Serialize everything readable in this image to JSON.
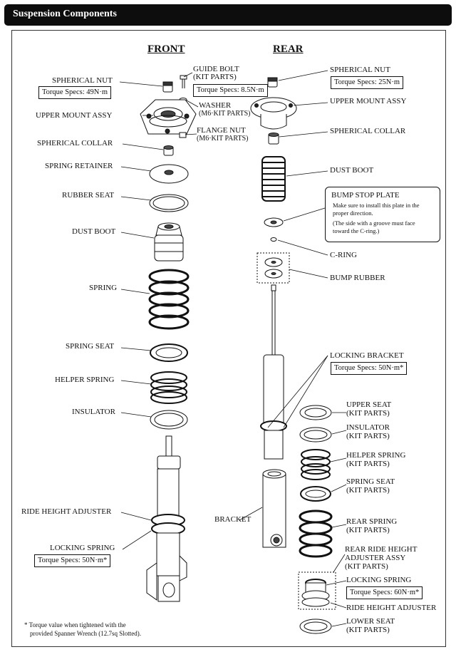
{
  "title": "Suspension Components",
  "front": {
    "header": "FRONT",
    "spherical_nut": "SPHERICAL NUT",
    "spherical_nut_torque": "Torque Specs: 49N·m",
    "guide_bolt_1": "GUIDE BOLT",
    "guide_bolt_2": "(KIT PARTS)",
    "guide_bolt_torque": "Torque Specs: 8.5N·m",
    "washer_1": "WASHER",
    "washer_2": "(M6·KIT PARTS)",
    "upper_mount": "UPPER MOUNT ASSY",
    "flange_nut_1": "FLANGE NUT",
    "flange_nut_2": "(M6·KIT PARTS)",
    "spherical_collar": "SPHERICAL COLLAR",
    "spring_retainer": "SPRING RETAINER",
    "rubber_seat": "RUBBER SEAT",
    "dust_boot": "DUST BOOT",
    "spring": "SPRING",
    "spring_seat": "SPRING SEAT",
    "helper_spring": "HELPER SPRING",
    "insulator": "INSULATOR",
    "ride_height_adjuster": "RIDE HEIGHT ADJUSTER",
    "locking_spring": "LOCKING SPRING",
    "locking_spring_torque": "Torque Specs: 50N·m*"
  },
  "rear": {
    "header": "REAR",
    "spherical_nut": "SPHERICAL NUT",
    "spherical_nut_torque": "Torque Specs: 25N·m",
    "upper_mount": "UPPER MOUNT ASSY",
    "spherical_collar": "SPHERICAL COLLAR",
    "dust_boot": "DUST BOOT",
    "bump_stop_title": "BUMP STOP PLATE",
    "bump_stop_note_1": "Make sure to install this plate in the",
    "bump_stop_note_2": "proper direction.",
    "bump_stop_note_3": "(The side with a groove must face",
    "bump_stop_note_4": "toward the C-ring.)",
    "c_ring": "C-RING",
    "bump_rubber": "BUMP RUBBER",
    "locking_bracket": "LOCKING BRACKET",
    "locking_bracket_torque": "Torque Specs: 50N·m*",
    "bracket": "BRACKET",
    "upper_seat_1": "UPPER SEAT",
    "upper_seat_2": "(KIT PARTS)",
    "insulator_1": "INSULATOR",
    "insulator_2": "(KIT PARTS)",
    "helper_spring_1": "HELPER SPRING",
    "helper_spring_2": "(KIT PARTS)",
    "spring_seat_1": "SPRING SEAT",
    "spring_seat_2": "(KIT PARTS)",
    "rear_spring_1": "REAR SPRING",
    "rear_spring_2": "(KIT PARTS)",
    "rrha_1": "REAR RIDE HEIGHT",
    "rrha_2": "ADJUSTER ASSY",
    "rrha_3": "(KIT PARTS)",
    "locking_spring": "LOCKING SPRING",
    "locking_spring_torque": "Torque Specs: 60N·m*",
    "ride_height_adjuster": "RIDE HEIGHT ADJUSTER",
    "lower_seat_1": "LOWER SEAT",
    "lower_seat_2": "(KIT PARTS)"
  },
  "footnote_1": "* Torque value when tightened with the",
  "footnote_2": "provided Spanner Wrench (12.7sq Slotted)."
}
